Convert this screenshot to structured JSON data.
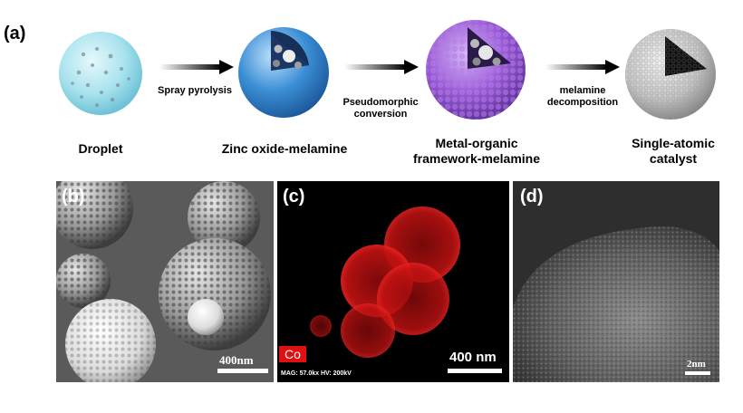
{
  "figure_a": {
    "tag": "(a)",
    "stages": [
      {
        "label": "Droplet"
      },
      {
        "label": "Zinc oxide-melamine"
      },
      {
        "label": "Metal-organic\nframework-melamine"
      },
      {
        "label": "Single-atomic\ncatalyst"
      }
    ],
    "arrows": [
      {
        "label": "Spray pyrolysis"
      },
      {
        "label": "Pseudomorphic\nconversion"
      },
      {
        "label": "melamine\ndecomposition"
      }
    ]
  },
  "panel_b": {
    "tag": "(b)",
    "scale": "400nm"
  },
  "panel_c": {
    "tag": "(c)",
    "element": "Co",
    "scale": "400 nm",
    "meta": "MAG: 57.0kx  HV: 200kV"
  },
  "panel_d": {
    "tag": "(d)",
    "scale": "2nm"
  },
  "colors": {
    "droplet": "#a9e3ee",
    "zno_shell": "#3b8fd6",
    "mof_shell": "#9a5bd6",
    "catalyst_shell": "#cfcfcf",
    "co_map": "#e01010"
  }
}
